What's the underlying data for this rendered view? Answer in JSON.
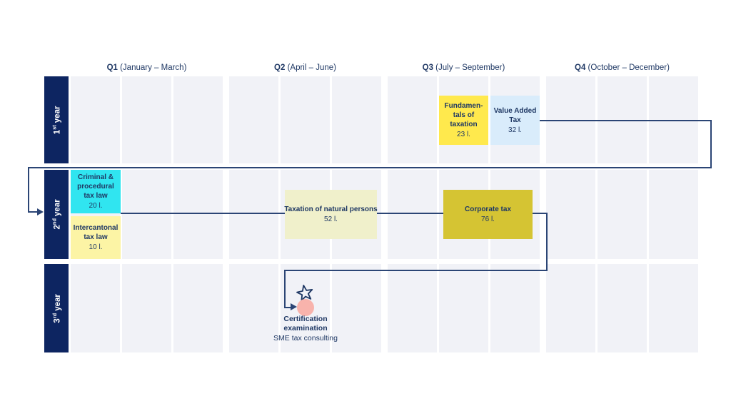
{
  "quarter_headers": [
    {
      "q": "Q1",
      "range": " (January – March)"
    },
    {
      "q": "Q2",
      "range": " (April – June)"
    },
    {
      "q": "Q3",
      "range": " (July – September)"
    },
    {
      "q": "Q4",
      "range": " (October – December)"
    }
  ],
  "year_labels": [
    {
      "ordinal": "1",
      "suffix": "st",
      "word": "year"
    },
    {
      "ordinal": "2",
      "suffix": "nd",
      "word": "year"
    },
    {
      "ordinal": "3",
      "suffix": "rd",
      "word": "year"
    }
  ],
  "courses": [
    {
      "title": "Fundamen-\ntals of\ntaxation",
      "hours": "23 l.",
      "color": "#FFE94D"
    },
    {
      "title": "Value Added\nTax",
      "hours": "32 l.",
      "color": "#D9ECFB"
    },
    {
      "title": "Criminal &\nprocedural\ntax law",
      "hours": "20 l.",
      "color": "#30E5F0"
    },
    {
      "title": "Intercantonal\ntax law",
      "hours": "10 l.",
      "color": "#FCF4A5"
    },
    {
      "title": "Taxation of natural persons",
      "hours": "52 l.",
      "color": "#F0F0CB"
    },
    {
      "title": "Corporate tax",
      "hours": "76 l.",
      "color": "#D5C433"
    }
  ],
  "exam": {
    "title": "Certification\nexamination",
    "subtitle": "SME tax consulting",
    "marker_color": "#F8B3AC"
  },
  "colors": {
    "year_bar": "#0D2561",
    "connector": "#2B4575",
    "text_navy": "#1F3864",
    "grid_cell": "#F1F2F7"
  }
}
